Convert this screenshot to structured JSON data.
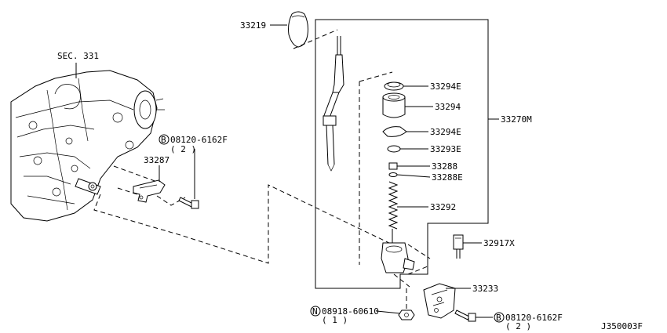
{
  "diagram": {
    "diagram_id": "J350003F",
    "section_ref": "SEC. 331",
    "parts": {
      "p33219": "33219",
      "p33294E_top": "33294E",
      "p33294": "33294",
      "p33294E_mid": "33294E",
      "p33293E": "33293E",
      "p33288": "33288",
      "p33288E": "33288E",
      "p33292": "33292",
      "p33270M": "33270M",
      "p33287": "33287",
      "p32917X": "32917X",
      "p33233": "33233"
    },
    "bolts": {
      "bolt_upper": {
        "marker": "B",
        "number": "08120-6162F",
        "qty": "( 2 )"
      },
      "bolt_lower": {
        "marker": "B",
        "number": "08120-6162F",
        "qty": "( 2 )"
      },
      "nut": {
        "marker": "N",
        "number": "08918-60610",
        "qty": "( 1 )"
      }
    }
  }
}
